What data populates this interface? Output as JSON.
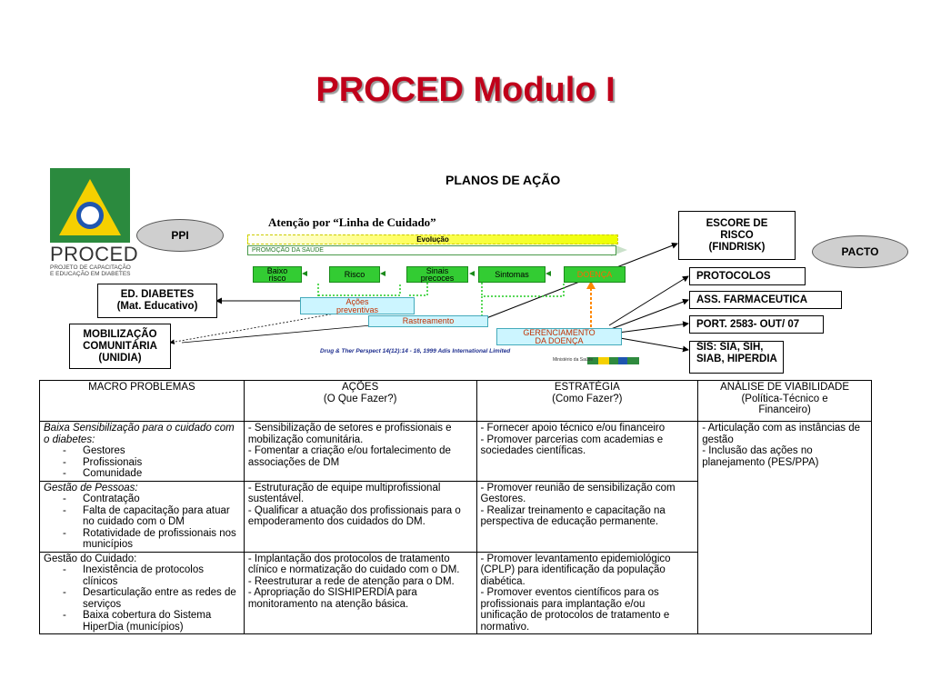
{
  "title": "PROCED Modulo I",
  "logo": {
    "name": "PROCED",
    "subtitle_line1": "PROJETO DE CAPACITAÇÃO",
    "subtitle_line2": "E EDUCAÇÃO EM DIABETES"
  },
  "diagram": {
    "heading": "PLANOS DE AÇÃO",
    "linha": "Atenção por “Linha de Cuidado”",
    "ppi": "PPI",
    "pacto": "PACTO",
    "escore_l1": "ESCORE DE",
    "escore_l2": "RISCO",
    "escore_l3": "(FINDRISK)",
    "ed_l1": "ED. DIABETES",
    "ed_l2": "(Mat. Educativo)",
    "mob_l1": "MOBILIZAÇÃO",
    "mob_l2": "COMUNITÁRIA",
    "mob_l3": "(UNIDIA)",
    "protocolos": "PROTOCOLOS",
    "ass": "ASS. FARMACEUTICA",
    "port": "PORT. 2583- OUT/ 07",
    "sis_l1": "SIS: SIA, SIH,",
    "sis_l2": "SIAB, HIPERDIA",
    "evolucao": "Evolução",
    "promocao": "PROMOÇÃO DA SAÚDE",
    "stage_baixo_l1": "Baixo",
    "stage_baixo_l2": "risco",
    "stage_risco": "Risco",
    "stage_sinais_l1": "Sinais",
    "stage_sinais_l2": "precoces",
    "stage_sintomas": "Sintomas",
    "stage_doenca": "DOENÇA",
    "acoes_l1": "Ações",
    "acoes_l2": "preventivas",
    "rastreamento": "Rastreamento",
    "gerenc_l1": "GERENCIAMENTO",
    "gerenc_l2": "DA DOENÇA",
    "drug": "Drug  &  Ther  Perspect   14(12):14   - 16, 1999 Adis     International      Limited",
    "ministerio": "Ministério da Saúde"
  },
  "table": {
    "headers": {
      "h1": "MACRO PROBLEMAS",
      "h2_l1": "AÇÕES",
      "h2_l2": "(O Que Fazer?)",
      "h3_l1": "ESTRATÉGIA",
      "h3_l2": "(Como Fazer?)",
      "h4_l1": "ANÁLISE DE VIABILIDADE",
      "h4_l2": "(Política-Técnico e",
      "h4_l3": "Financeiro)"
    },
    "rows": [
      {
        "problem_title": "Baixa Sensibilização para o cuidado com o diabetes:",
        "problem_items": [
          "Gestores",
          "Profissionais",
          "Comunidade"
        ],
        "acoes": [
          "- Sensibilização de setores e profissionais e mobilização comunitária.",
          "- Fomentar a criação e/ou fortalecimento de associações de DM"
        ],
        "estrategia": [
          "- Fornecer apoio técnico e/ou financeiro",
          "- Promover parcerias com academias e sociedades científicas."
        ]
      },
      {
        "problem_title": "Gestão de Pessoas:",
        "problem_items": [
          "Contratação",
          "Falta de capacitação para atuar no cuidado com o DM",
          "Rotatividade de profissionais nos municípios"
        ],
        "acoes": [
          "- Estruturação de equipe multiprofissional sustentável.",
          "- Qualificar a atuação dos profissionais para o empoderamento dos cuidados do DM."
        ],
        "estrategia": [
          "- Promover reunião de sensibilização com Gestores.",
          "- Realizar treinamento e capacitação na perspectiva de educação permanente."
        ]
      },
      {
        "problem_title": "Gestão do Cuidado:",
        "problem_items": [
          "Inexistência de protocolos clínicos",
          "Desarticulação entre as redes de serviços",
          "Baixa cobertura do Sistema HiperDia (municípios)"
        ],
        "acoes": [
          "- Implantação dos protocolos de tratamento clínico e normatização do cuidado com o DM.",
          "- Reestruturar a rede de atenção para o DM.",
          "- Apropriação do SISHIPERDIA para monitoramento na atenção básica."
        ],
        "estrategia": [
          "- Promover levantamento epidemiológico (CPLP) para identificação da população diabética.",
          "- Promover eventos científicos para os profissionais para implantação e/ou unificação de protocolos de tratamento e normativo."
        ]
      }
    ],
    "viabilidade": [
      "- Articulação com as instâncias de gestão",
      "- Inclusão das ações no planejamento (PES/PPA)"
    ]
  }
}
